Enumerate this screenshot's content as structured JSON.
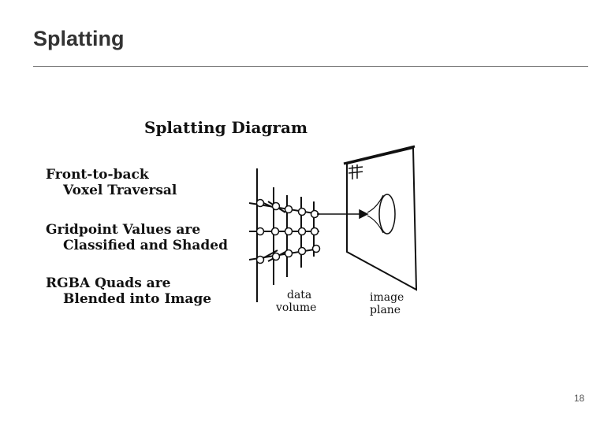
{
  "slide": {
    "title": "Splatting",
    "page_number": "18"
  },
  "figure": {
    "title": "Splatting Diagram",
    "steps": [
      {
        "line1": "Front-to-back",
        "line2": "Voxel Traversal"
      },
      {
        "line1": "Gridpoint Values are",
        "line2": "Classified and Shaded"
      },
      {
        "line1": "RGBA Quads are",
        "line2": "Blended into Image"
      }
    ],
    "labels": {
      "data_volume": [
        "data",
        "volume"
      ],
      "image_plane": [
        "image",
        "plane"
      ]
    }
  }
}
